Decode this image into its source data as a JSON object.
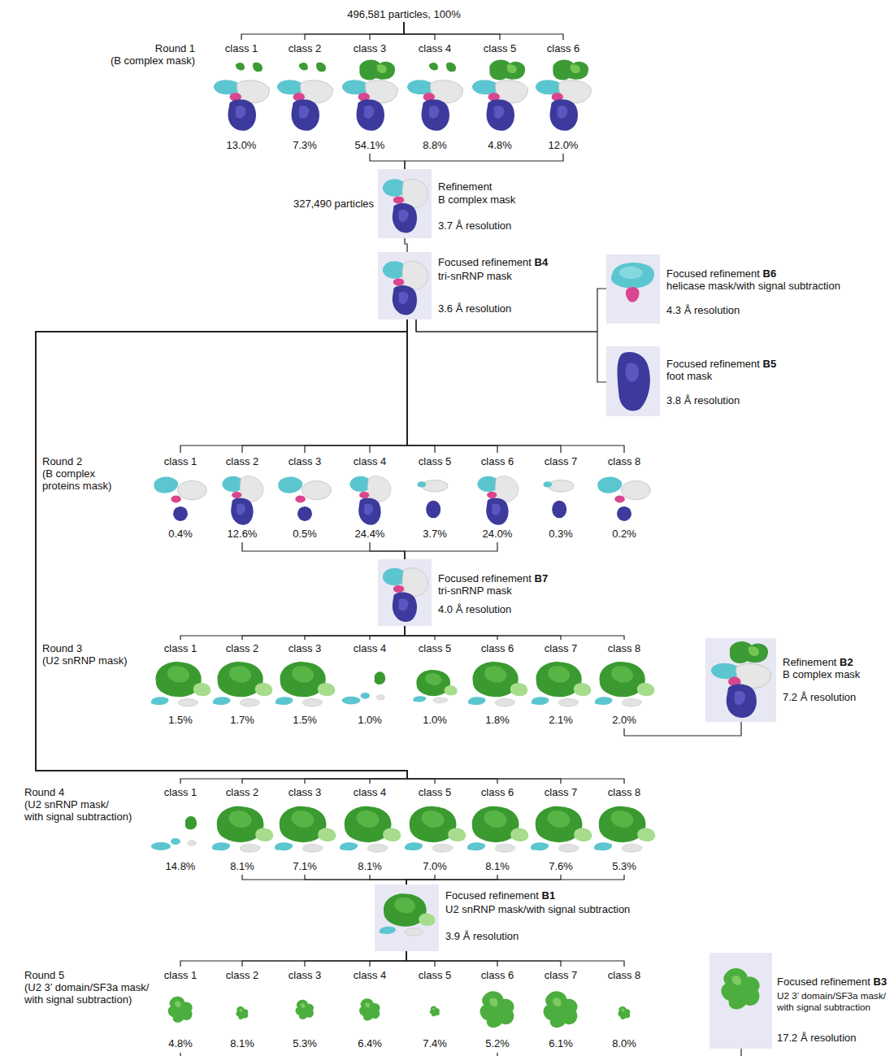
{
  "diagram": {
    "nodes": [
      {
        "text": [
          "496,581 particles, 100%"
        ]
      },
      {
        "text": [
          "class 1",
          "13.0%"
        ]
      },
      {
        "text": [
          "class 2",
          "7.3%"
        ]
      },
      {
        "text": [
          "class 3",
          "54.1%"
        ]
      },
      {
        "text": [
          "class 4",
          "8.8%"
        ]
      },
      {
        "text": [
          "class 5",
          "4.8%"
        ]
      },
      {
        "text": [
          "class 6",
          "12.0%"
        ]
      },
      {
        "text": [
          "Refinement",
          "B complex mask",
          "3.7 Å resolution"
        ]
      },
      {
        "text": [
          "Focused refinement",
          "B4",
          "tri-snRNP mask",
          "3.6 Å resolution"
        ]
      },
      {
        "text": [
          "Focused refinement",
          "B6",
          "helicase mask/with signal subtraction",
          "4.3 Å resolution"
        ]
      },
      {
        "text": [
          "Focused refinement",
          "B5",
          "foot mask",
          "3.8 Å resolution"
        ]
      },
      {
        "text": [
          "class 1",
          "0.4%"
        ]
      },
      {
        "text": [
          "class 2",
          "12.6%"
        ]
      },
      {
        "text": [
          "class 3",
          "0.5%"
        ]
      },
      {
        "text": [
          "class 4",
          "24.4%"
        ]
      },
      {
        "text": [
          "class 5",
          "3.7%"
        ]
      },
      {
        "text": [
          "class 6",
          "24.0%"
        ]
      },
      {
        "text": [
          "class 7",
          "0.3%"
        ]
      },
      {
        "text": [
          "class 8",
          "0.2%"
        ]
      },
      {
        "text": [
          "Focused refinement",
          "B7",
          "tri-snRNP mask",
          "4.0 Å resolution"
        ]
      },
      {
        "text": [
          "class 1",
          "1.5%"
        ]
      },
      {
        "text": [
          "class 2",
          "1.7%"
        ]
      },
      {
        "text": [
          "class 3",
          "1.5%"
        ]
      },
      {
        "text": [
          "class 4",
          "1.0%"
        ]
      },
      {
        "text": [
          "class 5",
          "1.0%"
        ]
      },
      {
        "text": [
          "class 6",
          "1.8%"
        ]
      },
      {
        "text": [
          "class 7",
          "2.1%"
        ]
      },
      {
        "text": [
          "class 8",
          "2.0%"
        ]
      },
      {
        "text": [
          "Refinement",
          "B2",
          "B complex mask",
          "7.2 Å resolution"
        ]
      },
      {
        "text": [
          "class 1",
          "14.8%"
        ]
      },
      {
        "text": [
          "class 2",
          "8.1%"
        ]
      },
      {
        "text": [
          "class 3",
          "7.1%"
        ]
      },
      {
        "text": [
          "class 4",
          "8.1%"
        ]
      },
      {
        "text": [
          "class 5",
          "7.0%"
        ]
      },
      {
        "text": [
          "class 6",
          "8.1%"
        ]
      },
      {
        "text": [
          "class 7",
          "7.6%"
        ]
      },
      {
        "text": [
          "class 8",
          "5.3%"
        ]
      },
      {
        "text": [
          "Focused refinement",
          "B1",
          "U2 snRNP mask/with signal subtraction",
          "3.9 Å resolution"
        ]
      },
      {
        "text": [
          "class 1",
          "4.8%"
        ]
      },
      {
        "text": [
          "class 2",
          "8.1%"
        ]
      },
      {
        "text": [
          "class 3",
          "5.3%"
        ]
      },
      {
        "text": [
          "class 4",
          "6.4%"
        ]
      },
      {
        "text": [
          "class 5",
          "7.4%"
        ]
      },
      {
        "text": [
          "class 6",
          "5.2%"
        ]
      },
      {
        "text": [
          "class 7",
          "6.1%"
        ]
      },
      {
        "text": [
          "class 8",
          "8.0%"
        ]
      },
      {
        "text": [
          "Focused refinement",
          "B3",
          "U2 3’ domain/SF3a mask/ with signal subtraction",
          "17.2 Å resolution"
        ]
      }
    ],
    "edges": [
      {
        "from": 0,
        "to": 1,
        "arrow": "none"
      },
      {
        "from": 0,
        "to": 2,
        "arrow": "none"
      },
      {
        "from": 0,
        "to": 3,
        "arrow": "none"
      },
      {
        "from": 0,
        "to": 4,
        "arrow": "none"
      },
      {
        "from": 0,
        "to": 5,
        "arrow": "none"
      },
      {
        "from": 0,
        "to": 6,
        "arrow": "none"
      },
      {
        "from": 3,
        "to": 7,
        "arrow": "none"
      },
      {
        "from": 6,
        "to": 7,
        "arrow": "none"
      },
      {
        "from": 7,
        "to": 8,
        "arrow": "none"
      },
      {
        "from": 8,
        "to": 9,
        "arrow": "none"
      },
      {
        "from": 8,
        "to": 10,
        "arrow": "none"
      },
      {
        "from": 8,
        "to": 11,
        "arrow": "none"
      },
      {
        "from": 8,
        "to": 12,
        "arrow": "none"
      },
      {
        "from": 8,
        "to": 13,
        "arrow": "none"
      },
      {
        "from": 8,
        "to": 14,
        "arrow": "none"
      },
      {
        "from": 8,
        "to": 15,
        "arrow": "none"
      },
      {
        "from": 8,
        "to": 16,
        "arrow": "none"
      },
      {
        "from": 8,
        "to": 17,
        "arrow": "none"
      },
      {
        "from": 8,
        "to": 18,
        "arrow": "none"
      },
      {
        "from": 12,
        "to": 19,
        "arrow": "none"
      },
      {
        "from": 14,
        "to": 19,
        "arrow": "none"
      },
      {
        "from": 16,
        "to": 19,
        "arrow": "none"
      },
      {
        "from": 19,
        "to": 20,
        "arrow": "none"
      },
      {
        "from": 19,
        "to": 21,
        "arrow": "none"
      },
      {
        "from": 19,
        "to": 22,
        "arrow": "none"
      },
      {
        "from": 19,
        "to": 23,
        "arrow": "none"
      },
      {
        "from": 19,
        "to": 24,
        "arrow": "none"
      },
      {
        "from": 19,
        "to": 25,
        "arrow": "none"
      },
      {
        "from": 19,
        "to": 26,
        "arrow": "none"
      },
      {
        "from": 19,
        "to": 27,
        "arrow": "none"
      },
      {
        "from": 27,
        "to": 28,
        "arrow": "none"
      },
      {
        "from": 8,
        "to": 29,
        "arrow": "none"
      },
      {
        "from": 8,
        "to": 30,
        "arrow": "none"
      },
      {
        "from": 8,
        "to": 31,
        "arrow": "none"
      },
      {
        "from": 8,
        "to": 32,
        "arrow": "none"
      },
      {
        "from": 8,
        "to": 33,
        "arrow": "none"
      },
      {
        "from": 8,
        "to": 34,
        "arrow": "none"
      },
      {
        "from": 8,
        "to": 35,
        "arrow": "none"
      },
      {
        "from": 8,
        "to": 36,
        "arrow": "none"
      },
      {
        "from": 30,
        "to": 37,
        "arrow": "none"
      },
      {
        "from": 31,
        "to": 37,
        "arrow": "none"
      },
      {
        "from": 32,
        "to": 37,
        "arrow": "none"
      },
      {
        "from": 33,
        "to": 37,
        "arrow": "none"
      },
      {
        "from": 34,
        "to": 37,
        "arrow": "none"
      },
      {
        "from": 35,
        "to": 37,
        "arrow": "none"
      },
      {
        "from": 36,
        "to": 37,
        "arrow": "none"
      },
      {
        "from": 37,
        "to": 38,
        "arrow": "none"
      },
      {
        "from": 37,
        "to": 39,
        "arrow": "none"
      },
      {
        "from": 37,
        "to": 40,
        "arrow": "none"
      },
      {
        "from": 37,
        "to": 41,
        "arrow": "none"
      },
      {
        "from": 37,
        "to": 42,
        "arrow": "none"
      },
      {
        "from": 37,
        "to": 43,
        "arrow": "none"
      },
      {
        "from": 37,
        "to": 44,
        "arrow": "none"
      },
      {
        "from": 37,
        "to": 45,
        "arrow": "none"
      }
    ],
    "labels": [
      "Round 1",
      "(B complex mask)",
      "327,490 particles",
      "Round 2",
      "(B complex",
      "proteins mask)",
      "Round 3",
      "(U2 snRNP mask)",
      "Round 4",
      "(U2 snRNP mask/",
      "with signal subtraction)",
      "Round 5",
      "(U2 3’ domain/SF3a mask/",
      "with signal subtraction)"
    ]
  }
}
